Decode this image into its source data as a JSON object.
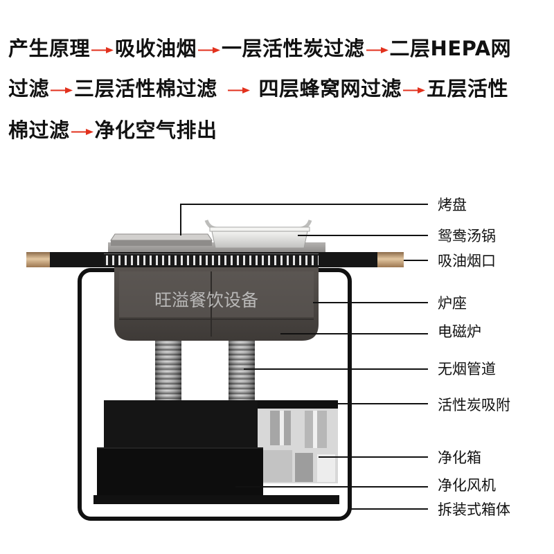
{
  "principle": {
    "lines": [
      [
        "产生原理",
        "吸收油烟",
        "一层活性炭过滤",
        "二层HEPA网"
      ],
      [
        "过滤",
        "三层活性棉过滤",
        "四层蜂窝网过滤",
        "五层活性"
      ],
      [
        "棉过滤",
        "净化空气排出"
      ]
    ]
  },
  "diagram": {
    "watermark": "旺溢餐饮设备",
    "labels": {
      "grill_pan": "烤盘",
      "yuanyang_pot": "鸳鸯汤锅",
      "smoke_intake": "吸油烟口",
      "stove_base": "炉座",
      "induction_cooker": "电磁炉",
      "smokeless_duct": "无烟管道",
      "carbon_adsorption": "活性炭吸附",
      "purification_box": "净化箱",
      "purification_fan": "净化风机",
      "detachable_cabinet": "拆装式箱体"
    }
  },
  "colors": {
    "arrow": "#e2311d",
    "text": "#111111",
    "table_wood": "#c9a47c",
    "stove": "#4e4a47"
  },
  "icons": {
    "flow_arrow": "arrow-right-icon"
  }
}
